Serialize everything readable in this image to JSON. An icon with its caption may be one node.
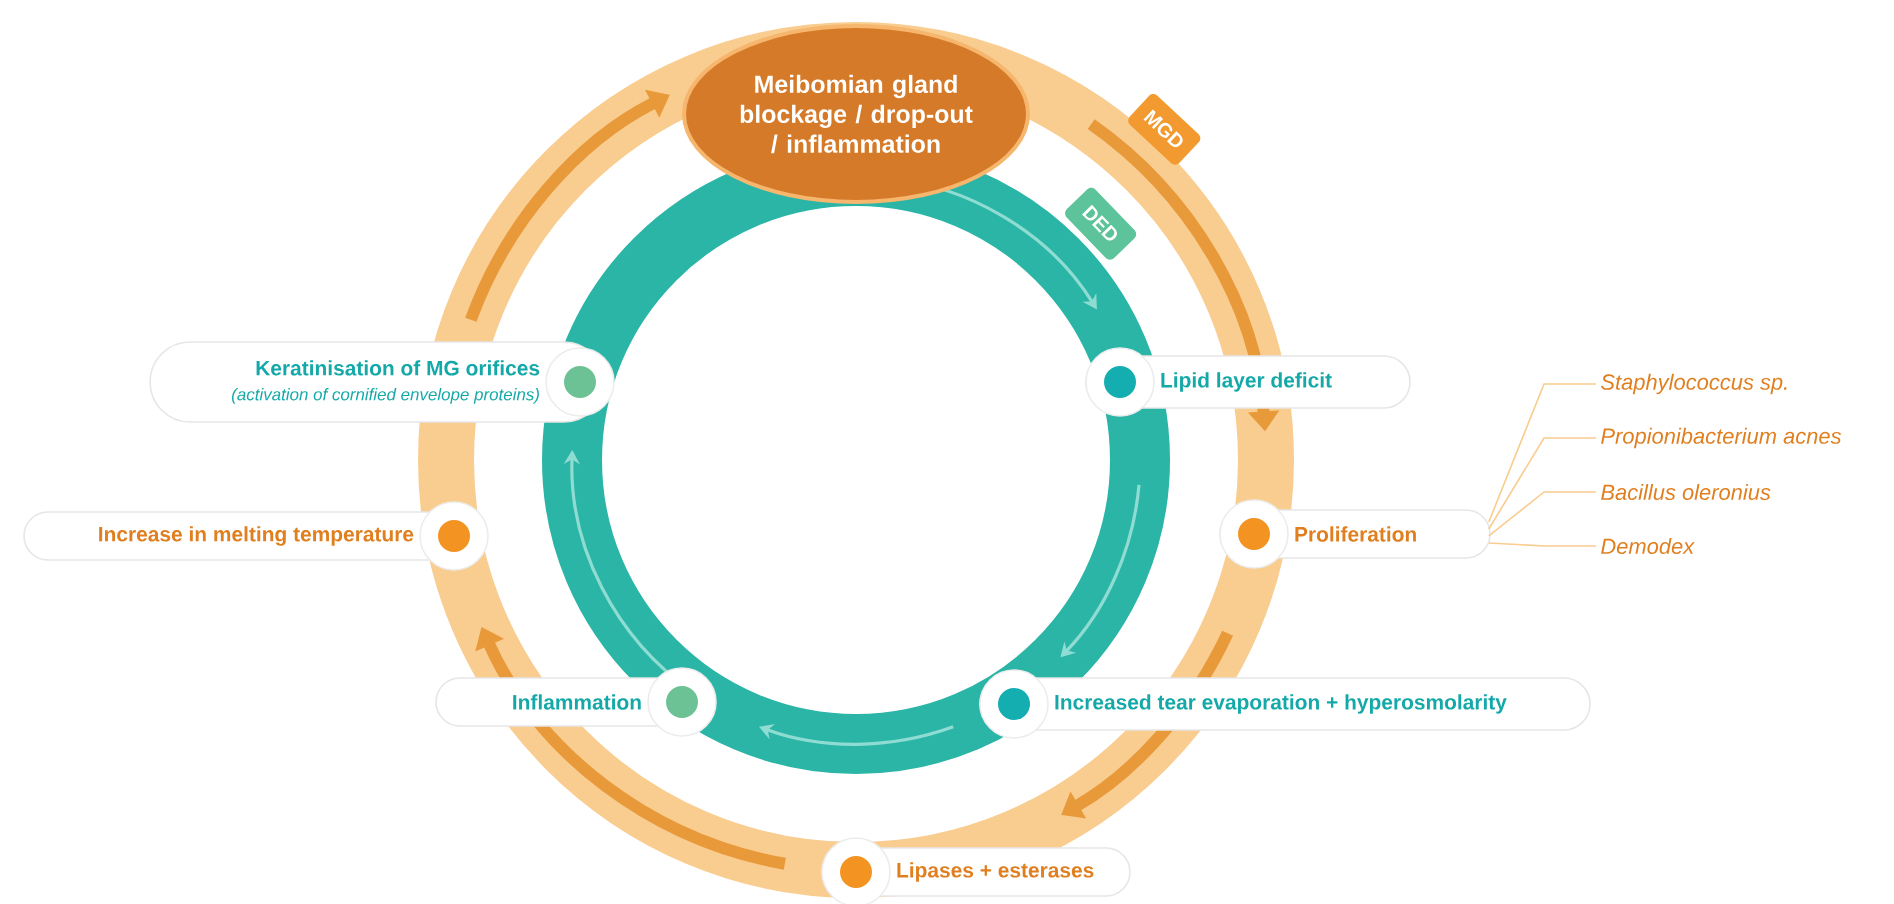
{
  "diagram": {
    "nodes": [
      {
        "text": [
          "Meibomian gland blockage / drop-out / inflammation"
        ]
      },
      {
        "text": [
          "MGD"
        ]
      },
      {
        "text": [
          "DED"
        ]
      },
      {
        "text": [
          "Keratinisation of MG orifices",
          "(activation of cornified envelope proteins)"
        ]
      },
      {
        "text": [
          "Lipid layer deficit"
        ]
      },
      {
        "text": [
          "Increase in melting temperature"
        ]
      },
      {
        "text": [
          "Proliferation"
        ]
      },
      {
        "text": [
          "Inflammation"
        ]
      },
      {
        "text": [
          "Increased tear evaporation + hyperosmolarity"
        ]
      },
      {
        "text": [
          "Lipases + esterases"
        ]
      },
      {
        "text": [
          "Staphylococcus sp."
        ]
      },
      {
        "text": [
          "Propionibacterium acnes"
        ]
      },
      {
        "text": [
          "Bacillus oleronius"
        ]
      },
      {
        "text": [
          "Demodex"
        ]
      }
    ],
    "edges": [
      {
        "from": 10,
        "to": 6,
        "arrow": "none"
      },
      {
        "from": 11,
        "to": 6,
        "arrow": "none"
      },
      {
        "from": 12,
        "to": 6,
        "arrow": "none"
      },
      {
        "from": 13,
        "to": 6,
        "arrow": "none"
      }
    ]
  }
}
